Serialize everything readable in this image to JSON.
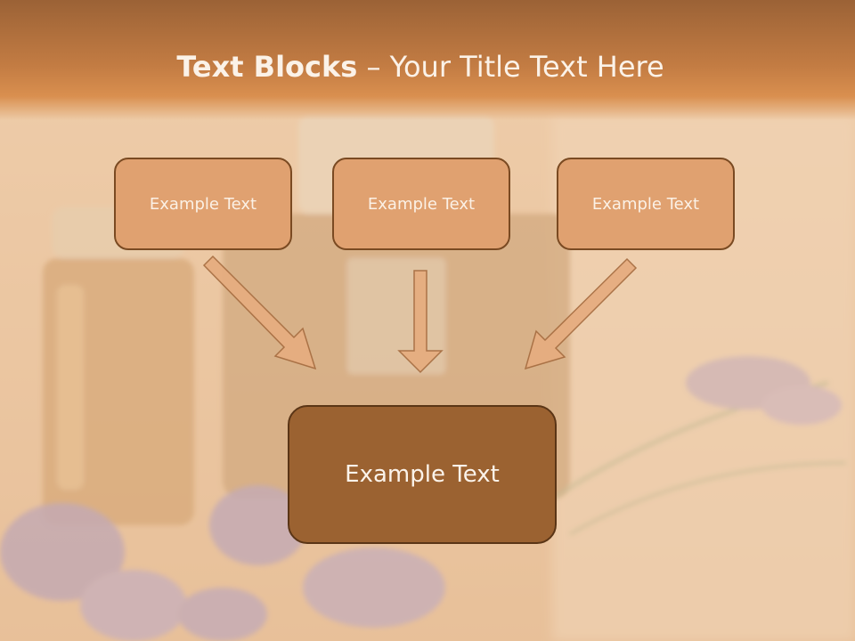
{
  "slide": {
    "title_bold": "Text Blocks",
    "title_rest": " – Your Title Text Here"
  },
  "blocks": {
    "top": [
      {
        "label": "Example Text"
      },
      {
        "label": "Example Text"
      },
      {
        "label": "Example Text"
      }
    ],
    "bottom": {
      "label": "Example Text"
    }
  },
  "colors": {
    "title_band": "#c37c43",
    "top_box_fill": "#e0a170",
    "bottom_box_fill": "#9b6231",
    "arrow_fill": "#e6ad80",
    "border": "#7a4a22"
  }
}
